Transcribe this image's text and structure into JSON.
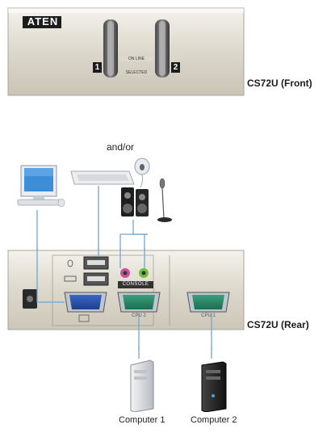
{
  "front": {
    "brand": "ATEN",
    "caption": "CS72U (Front)",
    "led_online": "ON LINE",
    "led_selected": "SELECTED",
    "port1": "1",
    "port2": "2"
  },
  "rear": {
    "caption": "CS72U (Rear)",
    "console_label": "CONSOLE",
    "cpu2_label": "CPU 2",
    "cpu1_label": "CPU 1"
  },
  "labels": {
    "andor": "and/or",
    "computer1": "Computer 1",
    "computer2": "Computer 2"
  },
  "icons": [
    "mouse-icon",
    "keyboard-icon",
    "microphone-icon",
    "speaker-icon",
    "monitor-icon",
    "power-icon"
  ]
}
